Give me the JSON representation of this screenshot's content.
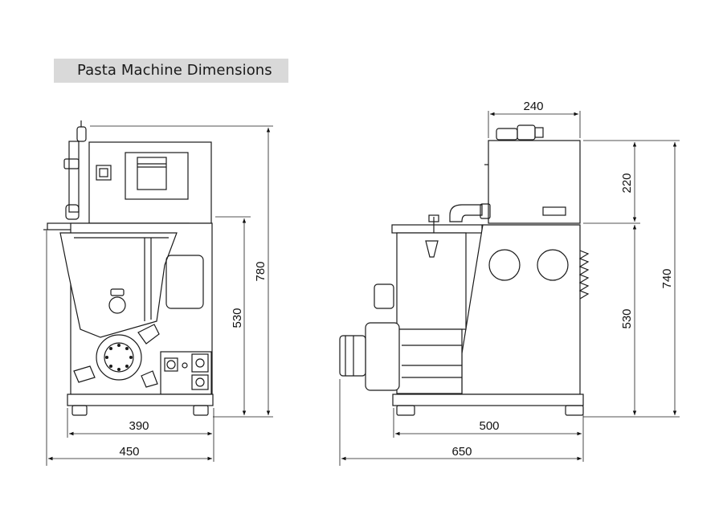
{
  "title": "Pasta Machine Dimensions",
  "views": {
    "front": {
      "dimensions": {
        "base_width": "390",
        "overall_width": "450",
        "body_height": "530",
        "overall_height": "780"
      }
    },
    "side": {
      "dimensions": {
        "top_width": "240",
        "top_height": "220",
        "body_height": "530",
        "overall_height": "740",
        "base_depth": "500",
        "overall_depth": "650"
      }
    }
  },
  "colors": {
    "line": "#1a1a1a",
    "title_bg": "#d9d9d9",
    "panel_fill": "#ffffff"
  }
}
